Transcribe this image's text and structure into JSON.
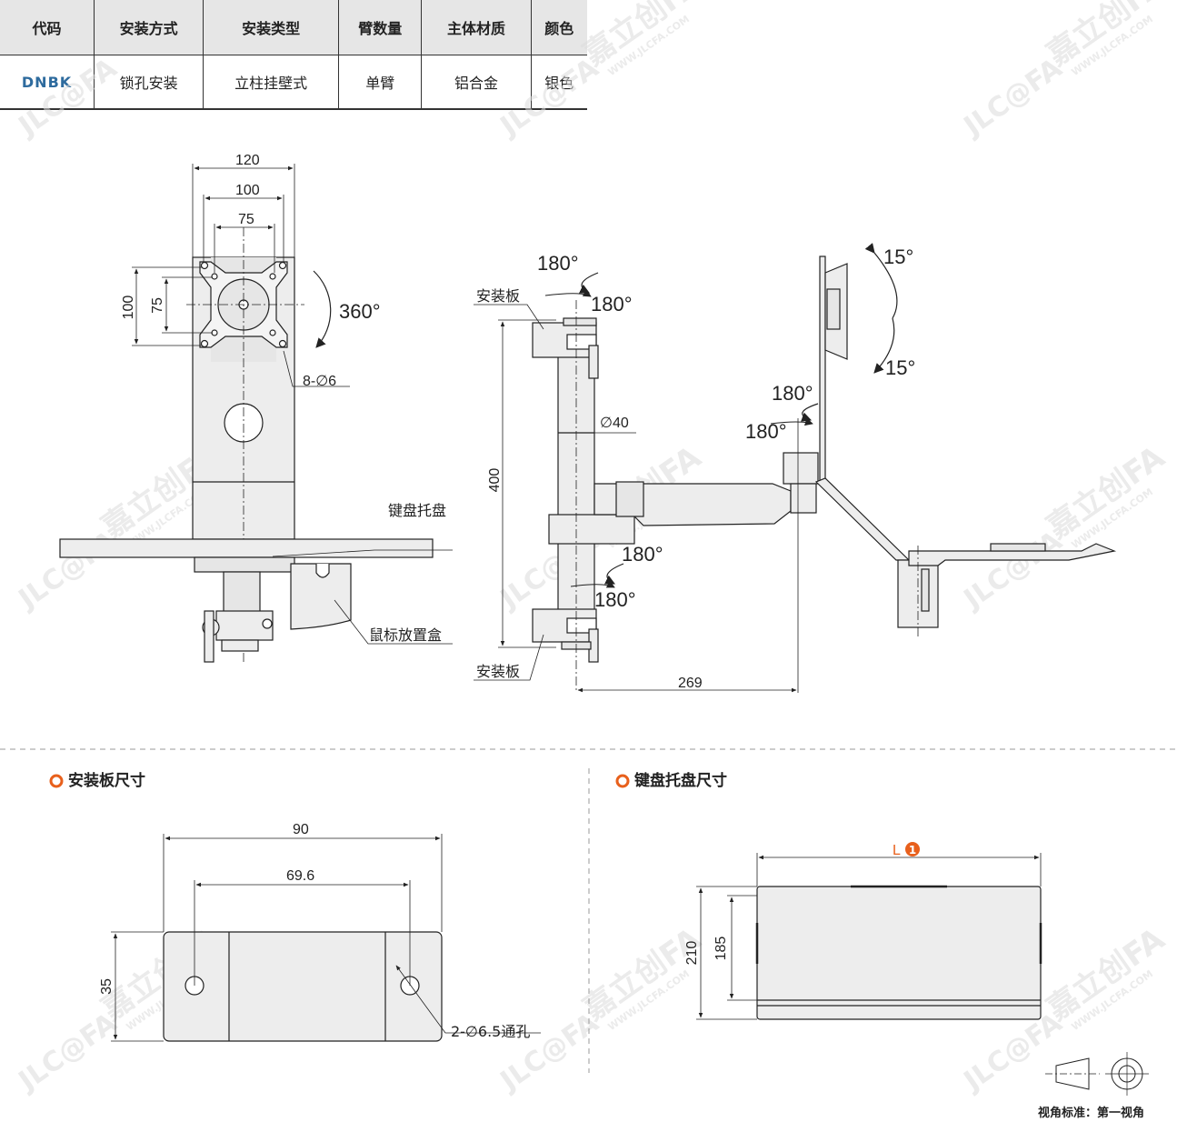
{
  "table": {
    "headers": [
      "代码",
      "安装方式",
      "安装类型",
      "臂数量",
      "主体材质",
      "颜色"
    ],
    "row": [
      "DNBK",
      "锁孔安装",
      "立柱挂壁式",
      "单臂",
      "铝合金",
      "银色"
    ]
  },
  "front_view": {
    "dim_120": "120",
    "dim_100_top": "100",
    "dim_75_top": "75",
    "dim_100_side": "100",
    "dim_75_side": "75",
    "rotation": "360°",
    "holes": "8-∅6",
    "keyboard_tray": "键盘托盘",
    "mouse_box": "鼠标放置盒"
  },
  "side_view": {
    "rot_top_1": "180°",
    "rot_top_2": "180°",
    "mount_plate_top": "安装板",
    "dim_400": "400",
    "dim_d40": "∅40",
    "rot_bottom_1": "180°",
    "rot_bottom_2": "180°",
    "mount_plate_bottom": "安装板",
    "dim_269": "269",
    "tilt_up": "15°",
    "tilt_down": "15°",
    "rot_head_1": "180°",
    "rot_head_2": "180°"
  },
  "plate_section": {
    "title": "安装板尺寸",
    "dim_90": "90",
    "dim_69_6": "69.6",
    "dim_35": "35",
    "holes": "2-∅6.5通孔"
  },
  "tray_section": {
    "title": "键盘托盘尺寸",
    "dim_L": "L",
    "dim_L_badge": "1",
    "dim_210": "210",
    "dim_185": "185"
  },
  "projection": {
    "label": "视角标准：第一视角"
  },
  "watermark": {
    "brand": "JLC@FA",
    "cn": "嘉立创FA",
    "url": "WWW.JLCFA.COM"
  },
  "colors": {
    "accent": "#e8601c",
    "code_blue": "#2e6b9e",
    "header_bg": "#e6e6e6"
  }
}
